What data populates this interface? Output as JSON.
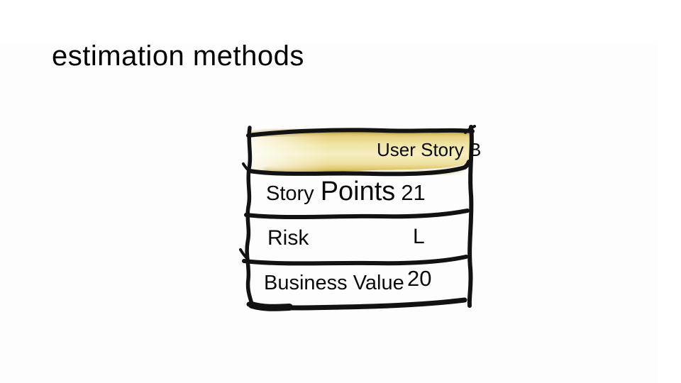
{
  "slide": {
    "title": "estimation methods",
    "cards": {
      "user_story": {
        "label": "User Story B"
      },
      "story_points": {
        "label_small": "Story",
        "label_large": "Points",
        "value": "21"
      },
      "risk": {
        "label": "Risk",
        "value": "L"
      },
      "business_value": {
        "label": "Business Value",
        "value": "20"
      }
    },
    "colors": {
      "ink": "#121212",
      "highlight_edge_gold": "#cfa945",
      "highlight_center": "#f4ecba",
      "background": "#ffffff"
    }
  }
}
